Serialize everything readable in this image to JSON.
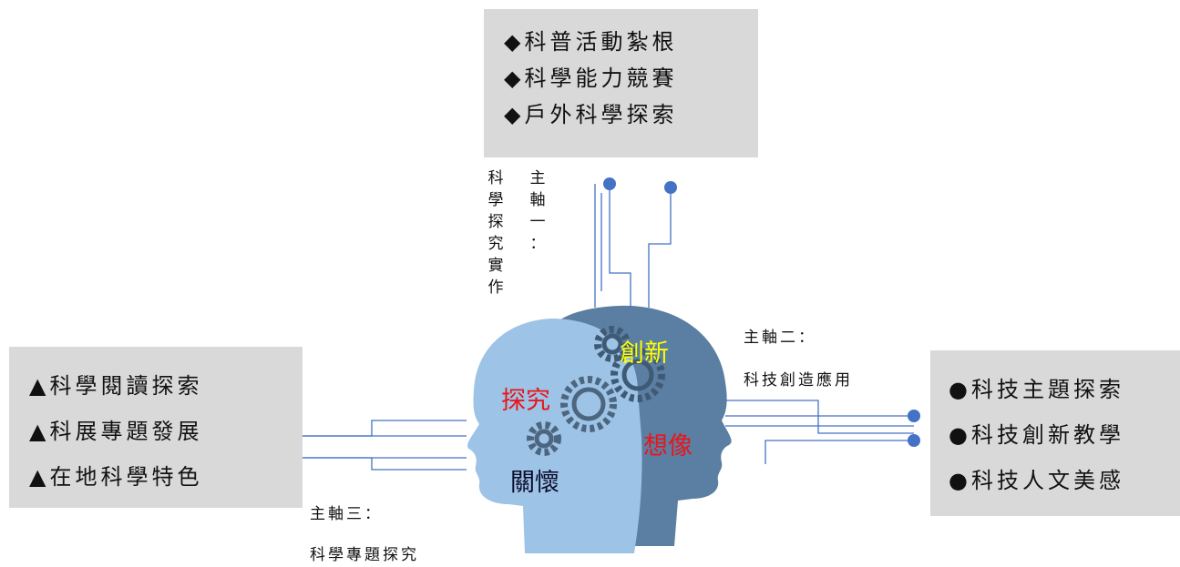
{
  "top_box": {
    "items": [
      "◆科普活動紮根",
      "◆科學能力競賽",
      "◆戶外科學探索"
    ]
  },
  "left_box": {
    "items": [
      "▲科學閱讀探索",
      "▲科展專題發展",
      "▲在地科學特色"
    ]
  },
  "right_box": {
    "items": [
      "●科技主題探索",
      "●科技創新教學",
      "●科技人文美感"
    ]
  },
  "axis_one": {
    "label_chars": [
      "主",
      "軸",
      "一",
      "："
    ],
    "topic_chars": [
      "科",
      "學",
      "探",
      "究",
      "實",
      "作"
    ]
  },
  "axis_two": {
    "label": "主軸二：",
    "topic": "科技創造應用"
  },
  "axis_three": {
    "label": "主軸三：",
    "topic": "科學專題探究"
  },
  "head_words": {
    "explore": "探究",
    "innovate": "創新",
    "imagine": "想像",
    "care": "關懷"
  },
  "colors": {
    "box_bg": "#d9d9d9",
    "connector": "#4472c4",
    "front_head": "#9dc3e6",
    "back_head": "#5b7ea3",
    "gear_front": "#4d6680",
    "gear_back": "#3f5a75",
    "word_red": "#e8161b",
    "word_yellow": "#ffff00",
    "word_dark": "#0a0a2a"
  }
}
